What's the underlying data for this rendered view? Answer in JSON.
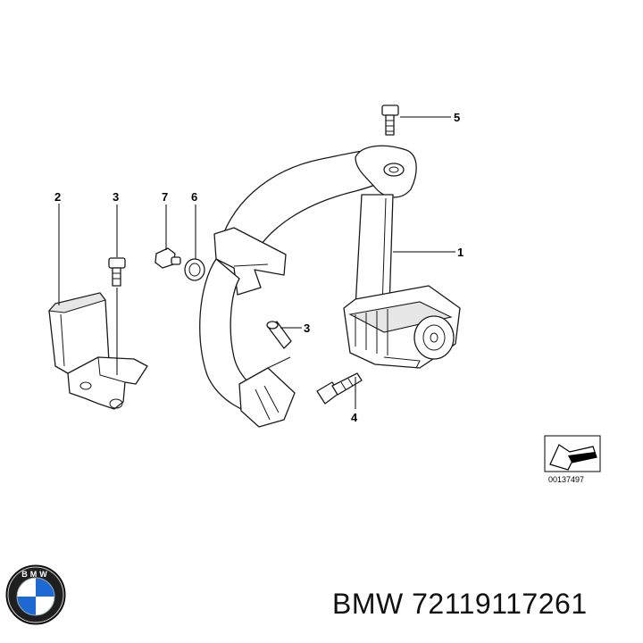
{
  "callouts": {
    "c1": "1",
    "c2": "2",
    "c3a": "3",
    "c3b": "3",
    "c4": "4",
    "c5": "5",
    "c6": "6",
    "c7": "7"
  },
  "diagram_code": "00137497",
  "brand": {
    "text": "BMW 72119117261",
    "logo_letters": "BMW"
  },
  "colors": {
    "logo_blue": "#1c69d4",
    "line": "#1a1a1a"
  }
}
